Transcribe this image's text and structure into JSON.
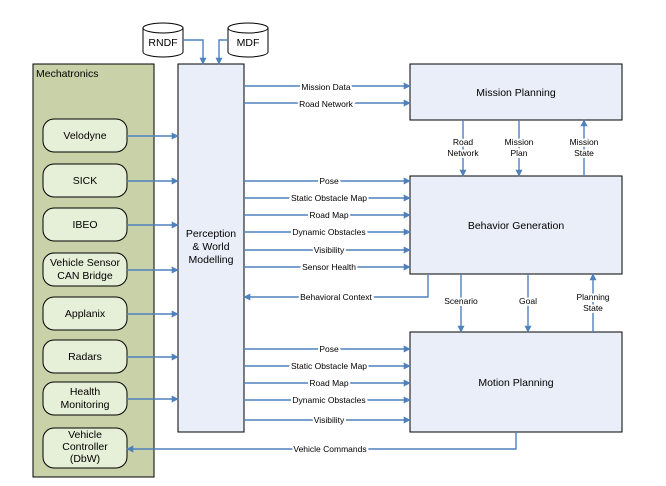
{
  "colors": {
    "mechatronics_fill": "#c8d1a8",
    "sensor_fill": "#e6efd8",
    "module_fill": "#e9eef8",
    "arrow": "#4f81bd"
  },
  "nodes": {
    "rndf": "RNDF",
    "mdf": "MDF",
    "mechatronics": "Mechatronics",
    "velodyne": "Velodyne",
    "sick": "SICK",
    "ibeo": "IBEO",
    "vscb": [
      "Vehicle Sensor",
      "CAN Bridge"
    ],
    "applanix": "Applanix",
    "radars": "Radars",
    "health": [
      "Health",
      "Monitoring"
    ],
    "vehicle_controller": [
      "Vehicle",
      "Controller",
      "(DbW)"
    ],
    "perception": [
      "Perception",
      "& World",
      "Modelling"
    ],
    "mission_planning": "Mission Planning",
    "behavior_generation": "Behavior Generation",
    "motion_planning": "Motion Planning"
  },
  "edges": {
    "mission_data": "Mission Data",
    "road_network": "Road Network",
    "road_network_down": [
      "Road",
      "Network"
    ],
    "mission_plan": [
      "Mission",
      "Plan"
    ],
    "mission_state": [
      "Mission",
      "State"
    ],
    "pose": "Pose",
    "static_obstacle_map": "Static Obstacle Map",
    "road_map": "Road Map",
    "dynamic_obstacles": "Dynamic Obstacles",
    "visibility": "Visibility",
    "sensor_health": "Sensor Health",
    "behavioral_context": "Behavioral Context",
    "scenario": "Scenario",
    "goal": "Goal",
    "planning_state": [
      "Planning",
      "State"
    ],
    "vehicle_commands": "Vehicle Commands"
  }
}
